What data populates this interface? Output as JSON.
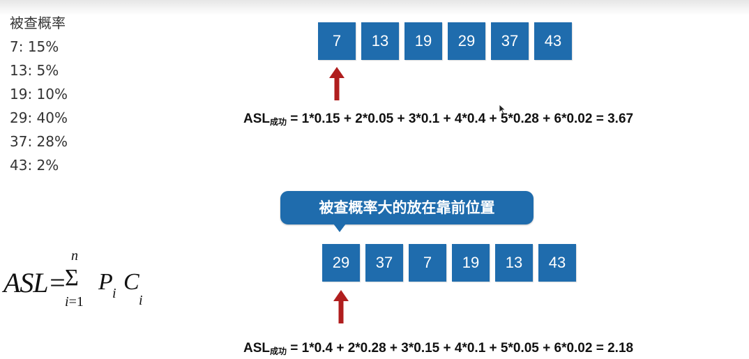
{
  "probability_list": {
    "title": "被查概率",
    "items": [
      {
        "label": "7: 15%"
      },
      {
        "label": "13: 5%"
      },
      {
        "label": "19: 10%"
      },
      {
        "label": "29: 40%"
      },
      {
        "label": "37: 28%"
      },
      {
        "label": "43: 2%"
      }
    ]
  },
  "sequence_original": {
    "values": [
      "7",
      "13",
      "19",
      "29",
      "37",
      "43"
    ]
  },
  "sequence_reordered": {
    "values": [
      "29",
      "37",
      "7",
      "19",
      "13",
      "43"
    ]
  },
  "equation_original": {
    "asl": "ASL",
    "subscript": "成功",
    "rhs": " = 1*0.15 + 2*0.05 + 3*0.1 + 4*0.4 + 5*0.28 + 6*0.02 = 3.67"
  },
  "equation_reordered": {
    "asl": "ASL",
    "subscript": "成功",
    "rhs": " = 1*0.4 + 2*0.28 + 3*0.15 + 4*0.1 + 5*0.05 + 6*0.02 = 2.18"
  },
  "callout": {
    "text": "被查概率大的放在靠前位置"
  },
  "formula": {
    "lhs": "ASL=",
    "sigma": "Σ",
    "upper": "n",
    "lower_var": "i",
    "lower_eq": "=1",
    "p": "P",
    "p_sub": "i",
    "c": "C",
    "c_sub": "i"
  },
  "colors": {
    "box_blue": "#1f6cad",
    "arrow_red": "#b01e1e",
    "text_dark": "#111111"
  },
  "icons": {
    "pointer_arrow": "arrow-up-icon",
    "cursor": "mouse-cursor-icon"
  }
}
